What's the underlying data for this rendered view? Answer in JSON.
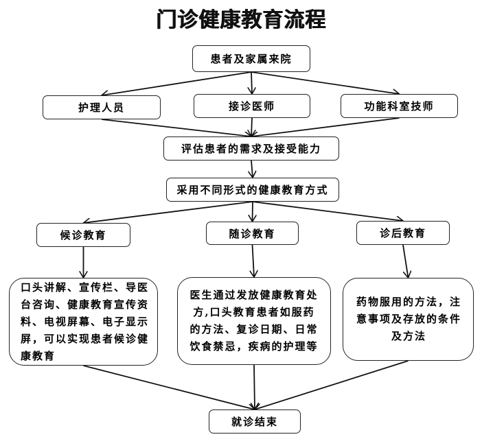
{
  "title": "门诊健康教育流程",
  "nodes": {
    "start": "患者及家属来院",
    "nurse": "护理人员",
    "doctor": "接诊医师",
    "technician": "功能科室技师",
    "assess": "评估患者的需求及接受能力",
    "methods": "采用不同形式的健康教育方式",
    "waiting": "候诊教育",
    "during": "随诊教育",
    "after": "诊后教育",
    "waiting_detail": "口头讲解、宣传栏、导医台咨询、健康教育宣传资料、电视屏幕、电子显示屏，可以实现患者候诊健康教育",
    "during_detail": "医生通过发放健康教育处方,口头教育患者如服药的方法、复诊日期、日常饮食禁忌，疾病的护理等",
    "after_detail": "药物服用的方法，注意事项及存放的条件及方法",
    "end": "就诊结束"
  },
  "edges": [
    [
      "start",
      "nurse"
    ],
    [
      "start",
      "doctor"
    ],
    [
      "start",
      "technician"
    ],
    [
      "nurse",
      "assess"
    ],
    [
      "doctor",
      "assess"
    ],
    [
      "technician",
      "assess"
    ],
    [
      "assess",
      "methods"
    ],
    [
      "methods",
      "waiting"
    ],
    [
      "methods",
      "during"
    ],
    [
      "methods",
      "after"
    ],
    [
      "waiting",
      "waiting_detail"
    ],
    [
      "during",
      "during_detail"
    ],
    [
      "after",
      "after_detail"
    ],
    [
      "waiting_detail",
      "end"
    ],
    [
      "during_detail",
      "end"
    ],
    [
      "after_detail",
      "end"
    ]
  ]
}
